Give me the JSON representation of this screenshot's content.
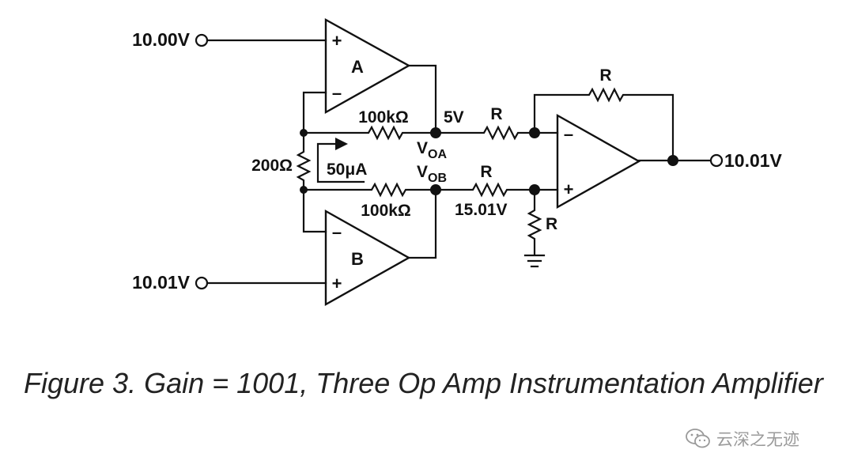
{
  "diagram": {
    "inputs": {
      "top_voltage": "10.00V",
      "bottom_voltage": "10.01V"
    },
    "op_amps": {
      "a_label": "A",
      "b_label": "B",
      "plus_sign": "+",
      "minus_sign": "–"
    },
    "resistors": {
      "top_feedback": "100kΩ",
      "bottom_feedback": "100kΩ",
      "gain_resistor": "200Ω",
      "diff_top_input": "R",
      "diff_bottom_input": "R",
      "diff_feedback": "R",
      "diff_ground": "R"
    },
    "nodes": {
      "voa_main": "V",
      "voa_sub": "OA",
      "vob_main": "V",
      "vob_sub": "OB",
      "voa_voltage": "5V",
      "plus_input_voltage": "15.01V"
    },
    "current_label": "50μA",
    "output_voltage": "10.01V"
  },
  "caption": "Figure 3. Gain = 1001, Three Op Amp Instrumentation Amplifier",
  "watermark": "云深之无迹"
}
